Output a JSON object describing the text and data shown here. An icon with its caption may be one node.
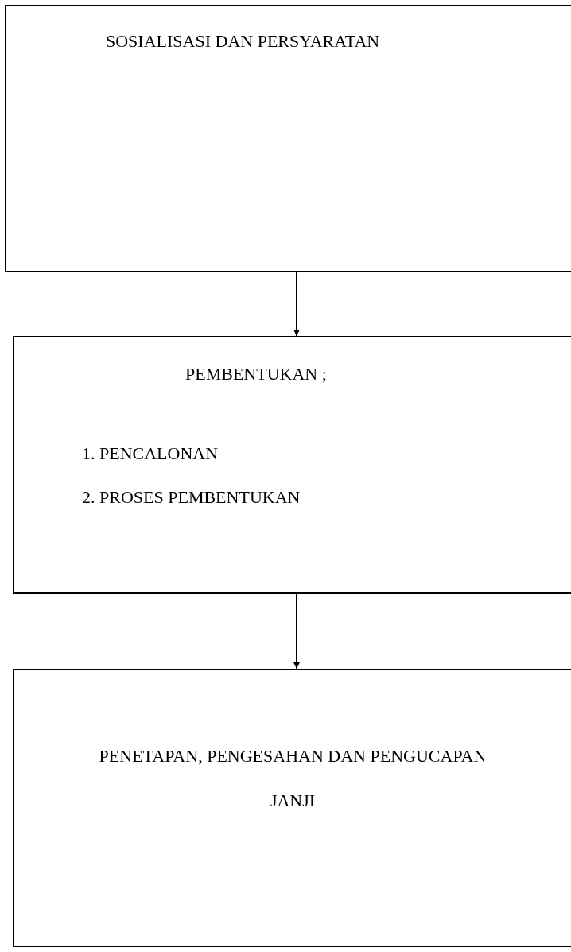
{
  "diagram": {
    "nodes": [
      {
        "text": [
          "SOSIALISASI DAN PERSYARATAN"
        ]
      },
      {
        "text": [
          "PEMBENTUKAN ;",
          "1. PENCALONAN",
          "2. PROSES PEMBENTUKAN"
        ]
      },
      {
        "text": [
          "PENETAPAN, PENGESAHAN DAN PENGUCAPAN JANJI"
        ]
      }
    ],
    "edges": [
      {
        "from": 0,
        "to": 1,
        "arrow": "to"
      },
      {
        "from": 1,
        "to": 2,
        "arrow": "to"
      }
    ]
  }
}
